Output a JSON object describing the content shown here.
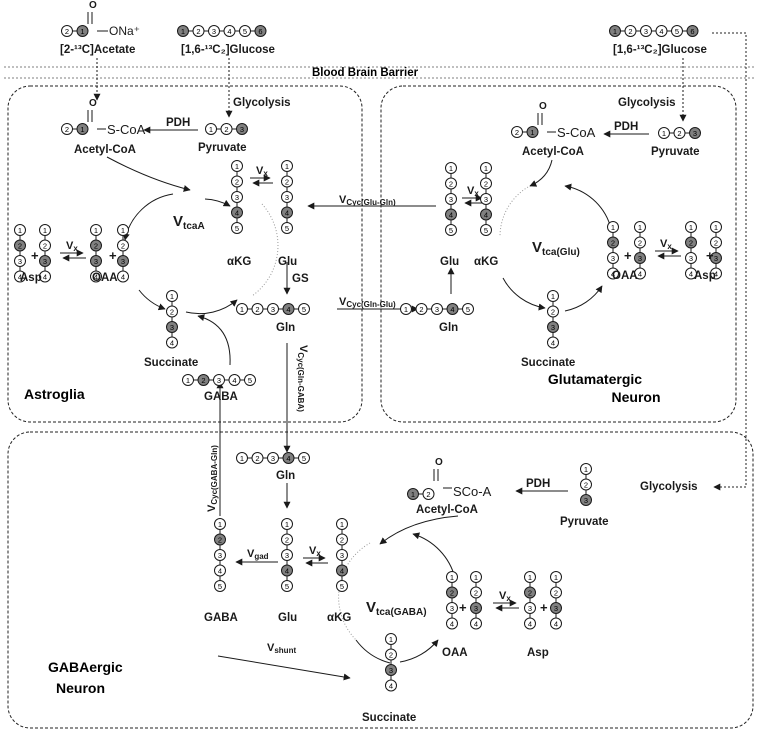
{
  "compartments": {
    "astroglia": {
      "label": "Astroglia"
    },
    "glutamatergic": {
      "label_line1": "Glutamatergic",
      "label_line2": "Neuron"
    },
    "gabaergic": {
      "label_line1": "GABAergic",
      "label_line2": "Neuron"
    }
  },
  "bbb_label": "Blood Brain Barrier",
  "substrates": {
    "acetate_label": "[2-¹³C]Acetate",
    "acetate_salt": "ONa⁺",
    "glucose_label": "[1,6-¹³C₂]Glucose",
    "glucose_label2": "[1,6-¹³C₂]Glucose"
  },
  "molecules": {
    "acetyl_coa": "Acetyl-CoA",
    "s_coa": "S-CoA",
    "s_coa_gaba": "SCo-A",
    "pyruvate": "Pyruvate",
    "glu": "Glu",
    "gln": "Gln",
    "akg": "αKG",
    "oaa": "OAA",
    "asp": "Asp",
    "succinate": "Succinate",
    "gaba": "GABA",
    "o": "O"
  },
  "processes": {
    "glycolysis": "Glycolysis",
    "pdh": "PDH",
    "gs": "GS",
    "vx": "V",
    "vx_sub": "x",
    "v": "V"
  },
  "fluxes": {
    "tca_a_sub": "tcaA",
    "tca_glu_sub": "tca(Glu)",
    "tca_gaba_sub": "tca(GABA)",
    "cyc_glu_gln_sub": "Cyc(Glu-Gln)",
    "cyc_gln_glu_sub": "Cyc(Gln-Glu)",
    "cyc_gln_gaba_sub": "Cyc(Gln-GABA)",
    "cyc_gaba_gln_sub": "Cyc(GABA-Gln)",
    "gad_sub": "gad",
    "shunt_sub": "shunt"
  },
  "colors": {
    "labeled": "#808080",
    "unlabeled": "#ffffff",
    "ink": "#1a1a1a"
  }
}
